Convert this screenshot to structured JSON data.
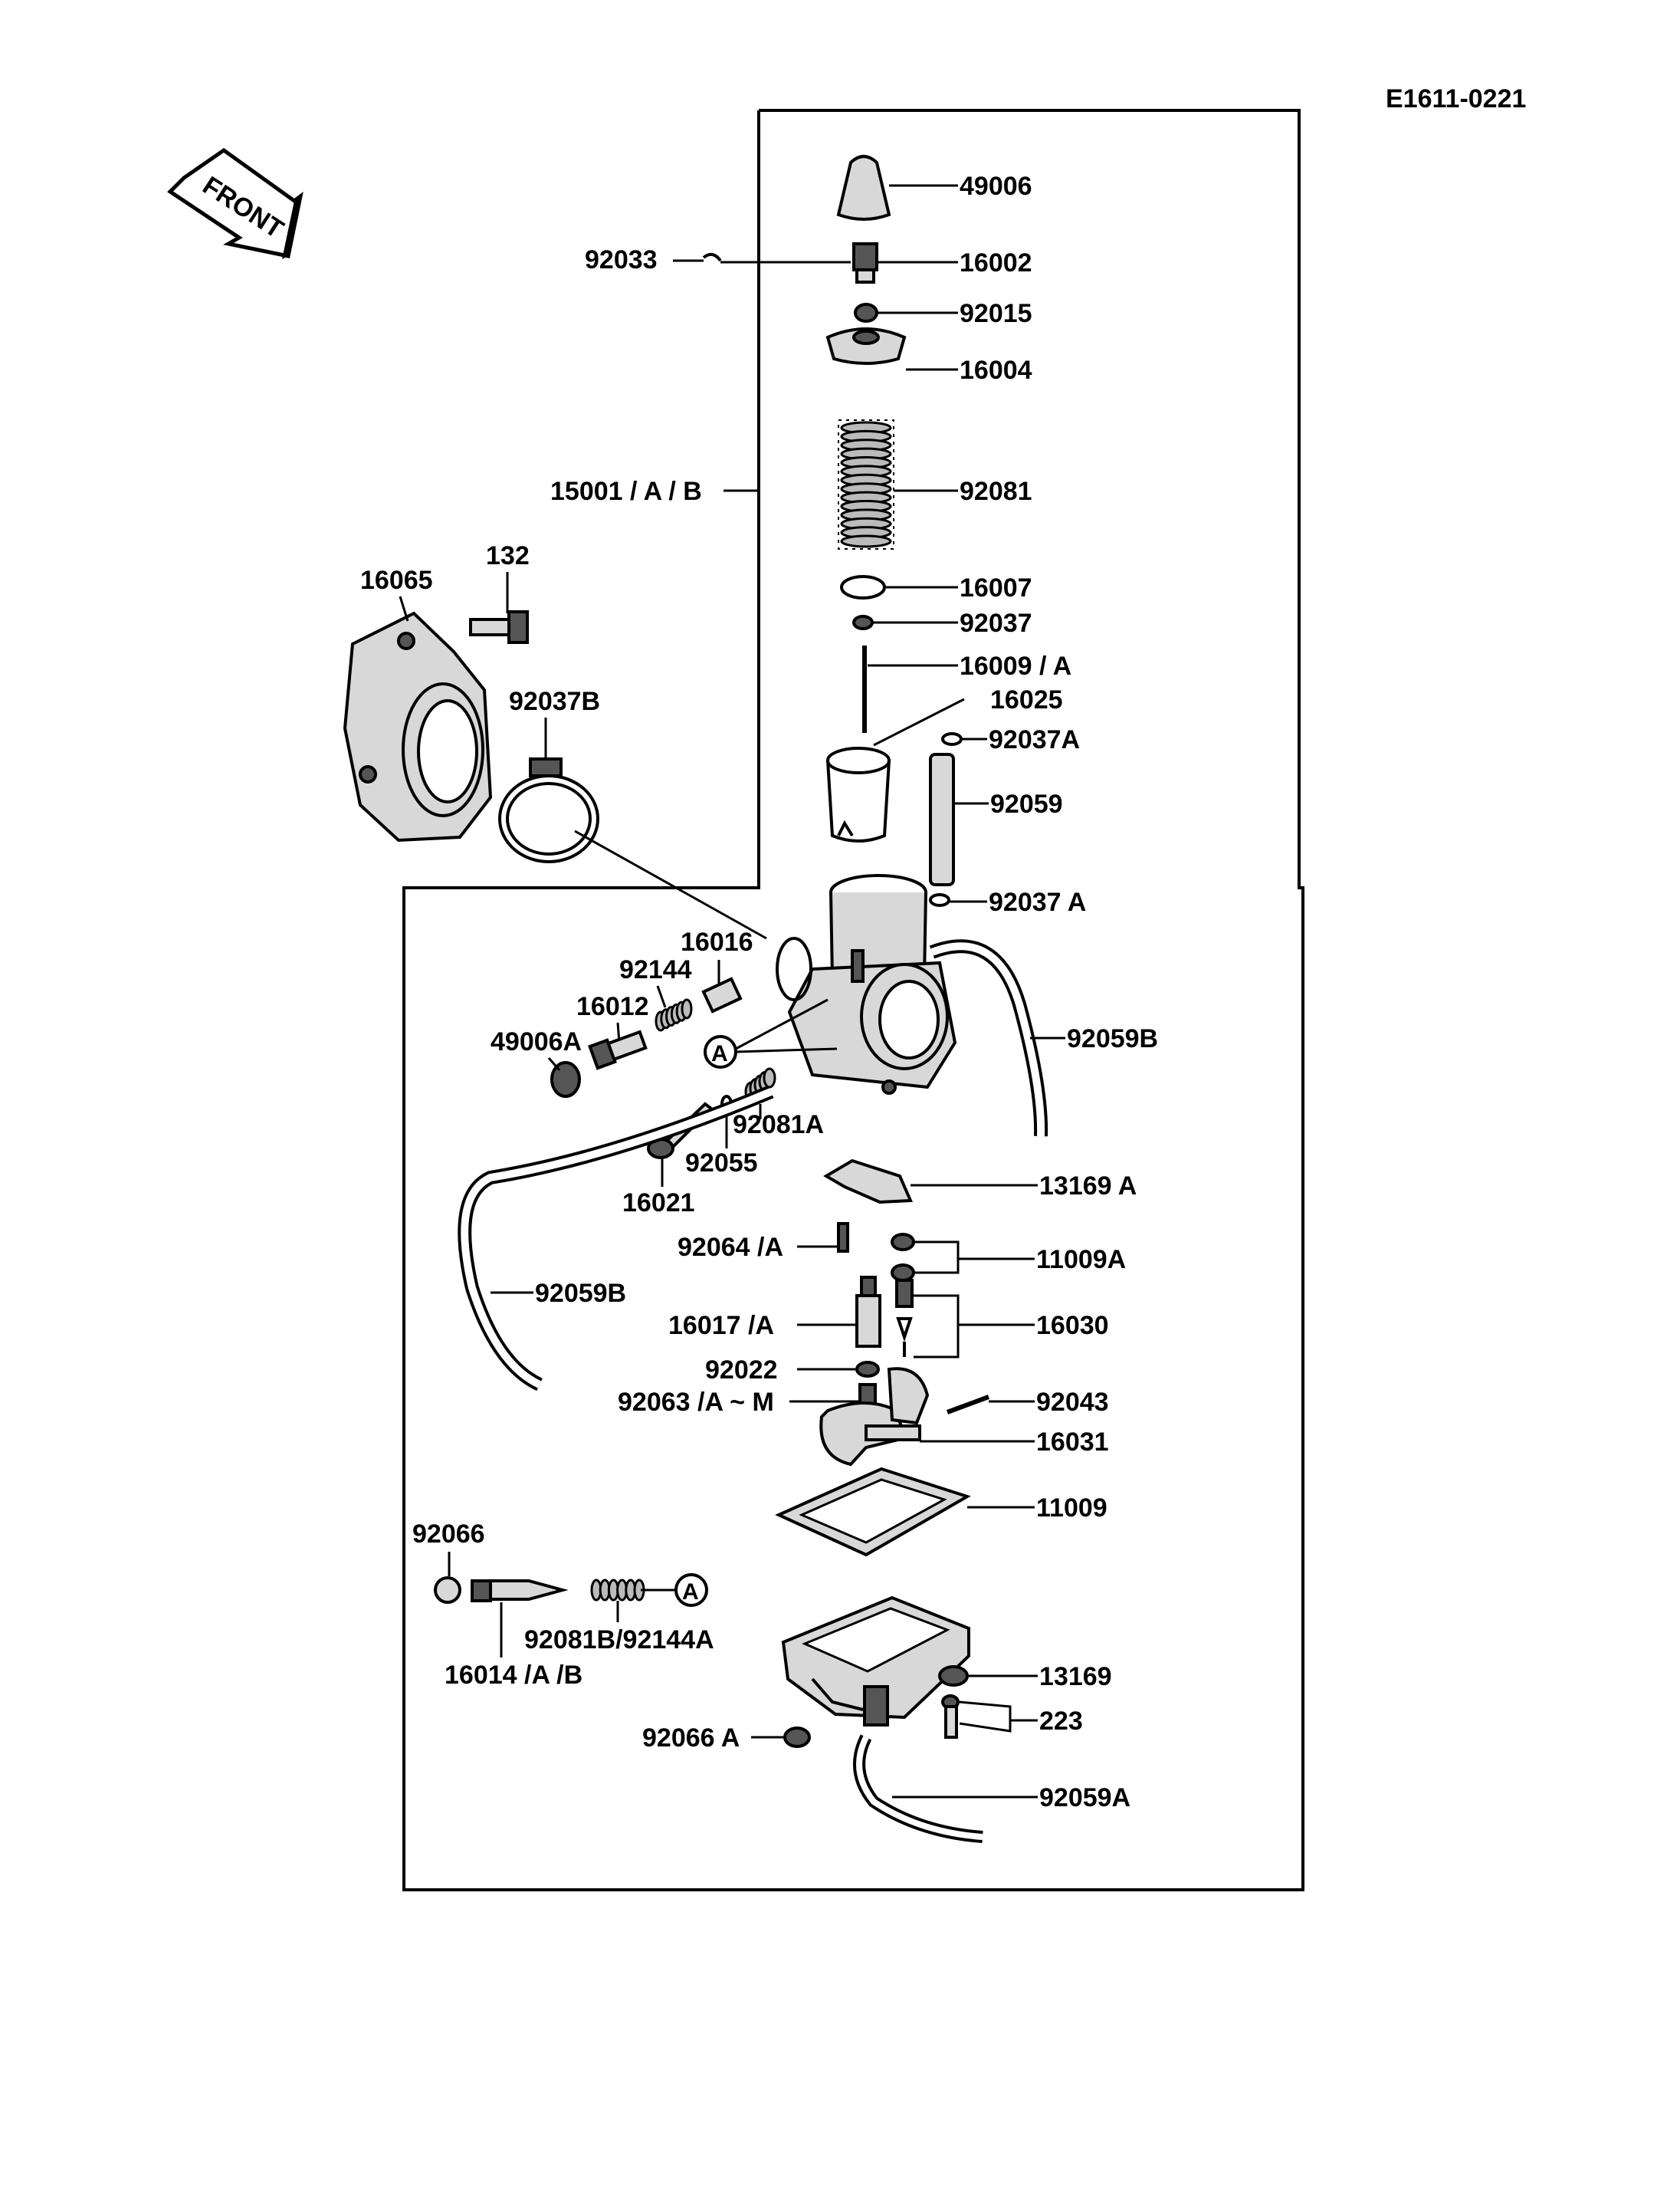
{
  "diagram_code": "E1611-0221",
  "front_label": "FRONT",
  "parts": {
    "p49006": "49006",
    "p92033": "92033",
    "p16002": "16002",
    "p92015": "92015",
    "p16004": "16004",
    "p15001": "15001 / A / B",
    "p92081": "92081",
    "p132": "132",
    "p16065": "16065",
    "p16007": "16007",
    "p92037": "92037",
    "p16009": "16009 / A",
    "p92037B": "92037B",
    "p16025": "16025",
    "p92037A_top": "92037A",
    "p92059": "92059",
    "p92037A_bot": "92037 A",
    "p16016": "16016",
    "p92144": "92144",
    "p16012": "16012",
    "p49006A": "49006A",
    "p92059B_right": "92059B",
    "p92081A": "92081A",
    "p92055": "92055",
    "p16021": "16021",
    "p13169A": "13169 A",
    "p92064": "92064 /A",
    "p11009A": "11009A",
    "p92059B_left": "92059B",
    "p16017": "16017 /A",
    "p16030": "16030",
    "p92022": "92022",
    "p92063": "92063 /A ~ M",
    "p92043": "92043",
    "p16031": "16031",
    "p11009": "11009",
    "p92066": "92066",
    "p92081B": "92081B/92144A",
    "p16014": "16014 /A /B",
    "p13169": "13169",
    "p223": "223",
    "p92066A": "92066 A",
    "p92059A": "92059A"
  },
  "callout_A": "A"
}
